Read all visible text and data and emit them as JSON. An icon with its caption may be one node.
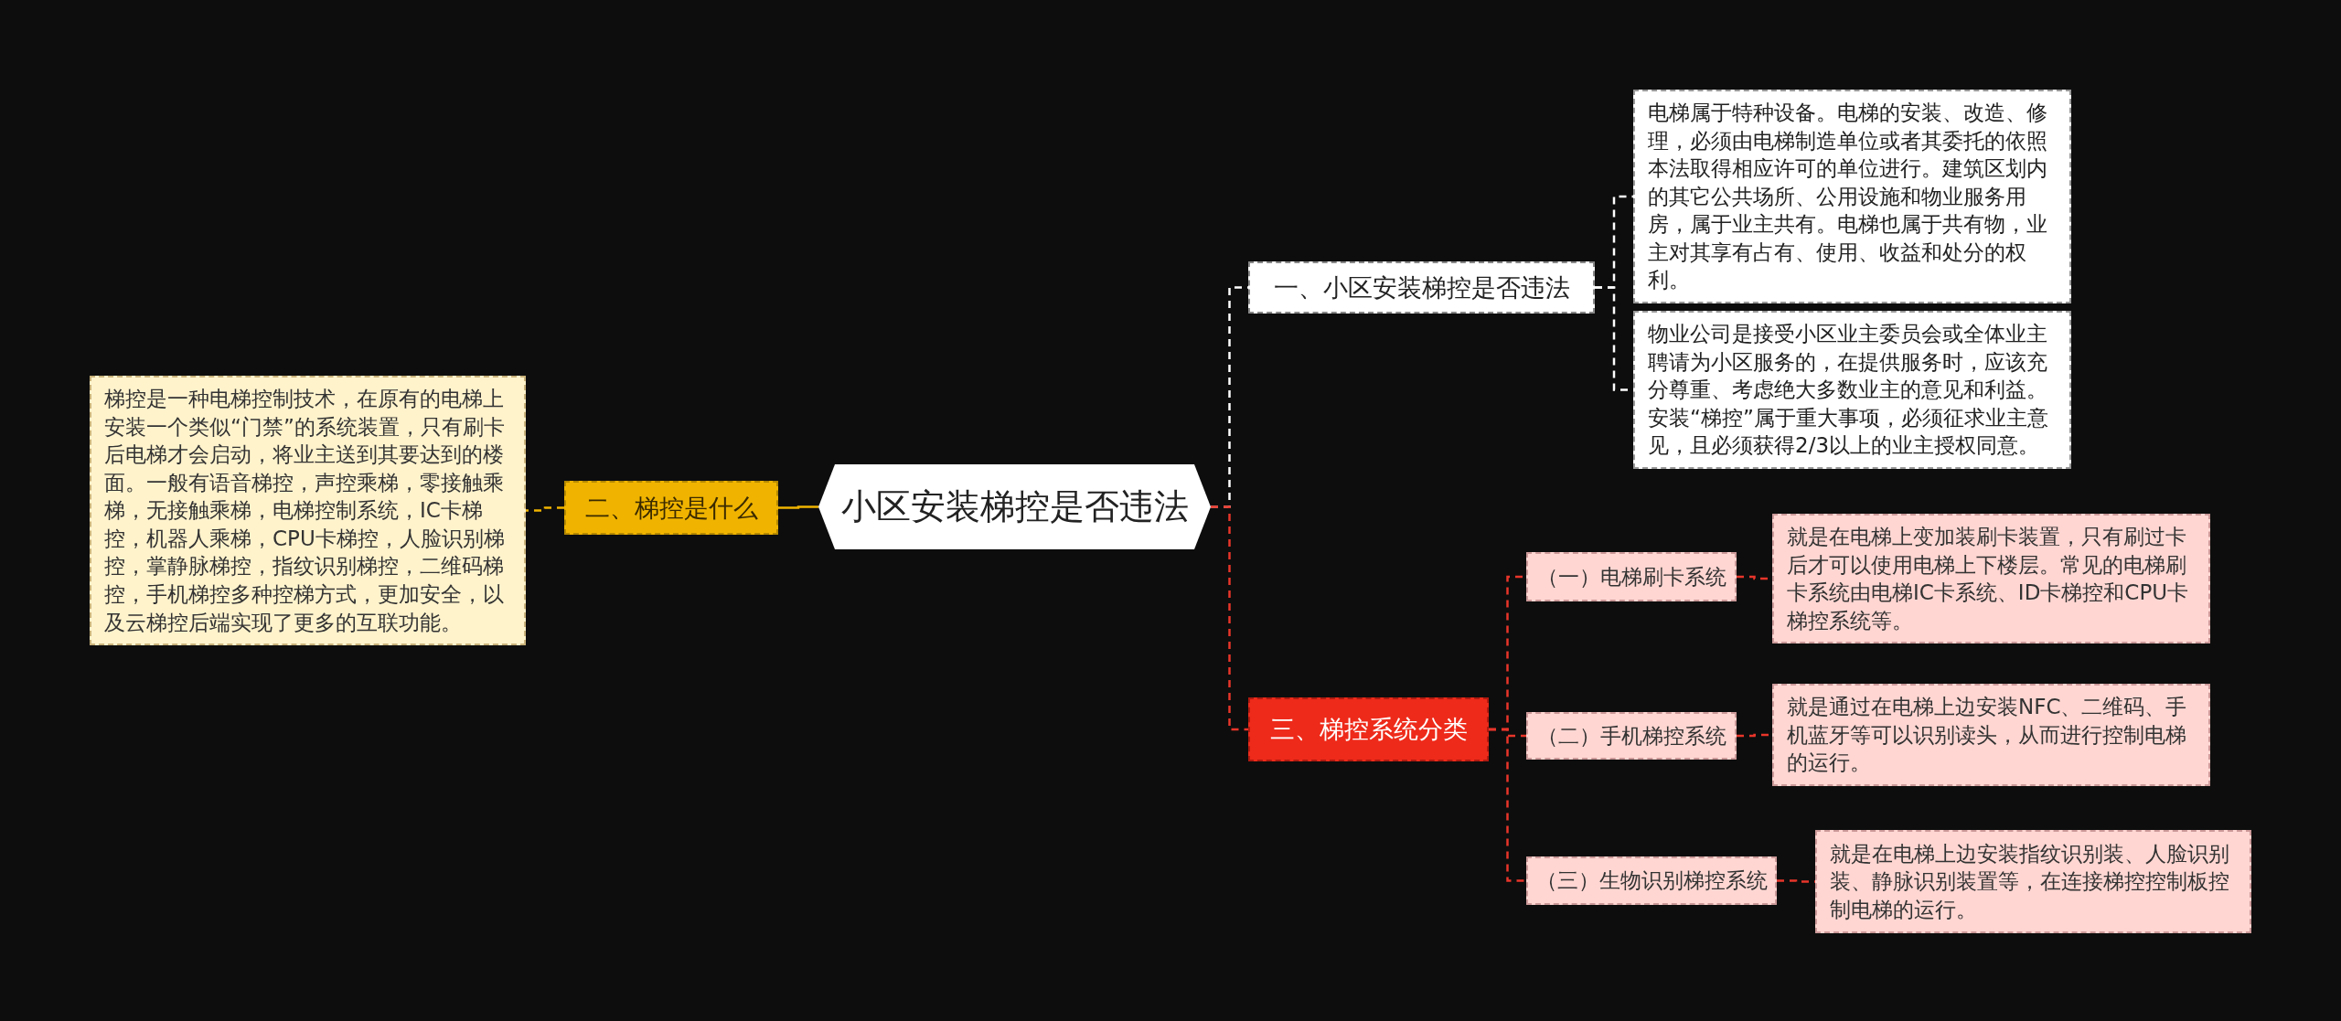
{
  "diagram": {
    "nodes": [
      {
        "text": [
          "小区安装梯控是否违法"
        ]
      },
      {
        "text": [
          "一、小区安装梯控是否违法"
        ]
      },
      {
        "text": [
          "电梯属于特种设备。电梯的安装、改造、修理，必须由电梯制造单位或者其委托的依照本法取得相应许可的单位进行。建筑区划内的其它公共场所、公用设施和物业服务用房，属于业主共有。电梯也属于共有物，业主对其享有占有、使用、收益和处分的权利。"
        ]
      },
      {
        "text": [
          "物业公司是接受小区业主委员会或全体业主聘请为小区服务的，在提供服务时，应该充分尊重、考虑绝大多数业主的意见和利益。安装“梯控”属于重大事项，必须征求业主意见，且必须获得2/3以上的业主授权同意。"
        ]
      },
      {
        "text": [
          "二、梯控是什么"
        ]
      },
      {
        "text": [
          "梯控是一种电梯控制技术，在原有的电梯上安装一个类似“门禁”的系统装置，只有刷卡后电梯才会启动，将业主送到其要达到的楼面。一般有语音梯控，声控乘梯，零接触乘梯，无接触乘梯，电梯控制系统，IC卡梯控，机器人乘梯，CPU卡梯控，人脸识别梯控，掌静脉梯控，指纹识别梯控，二维码梯控，手机梯控多种控梯方式，更加安全，以及云梯控后端实现了更多的互联功能。"
        ]
      },
      {
        "text": [
          "三、梯控系统分类"
        ]
      },
      {
        "text": [
          "（一）电梯刷卡系统"
        ]
      },
      {
        "text": [
          "就是在电梯上变加装刷卡装置，只有刷过卡后才可以使用电梯上下楼层。常见的电梯刷卡系统由电梯IC卡系统、ID卡梯控和CPU卡梯控系统等。"
        ]
      },
      {
        "text": [
          "（二）手机梯控系统"
        ]
      },
      {
        "text": [
          "就是通过在电梯上边安装NFC、二维码、手机蓝牙等可以识别读头，从而进行控制电梯的运行。"
        ]
      },
      {
        "text": [
          "（三）生物识别梯控系统"
        ]
      },
      {
        "text": [
          "就是在电梯上边安装指纹识别装、人脸识别装、静脉识别装置等，在连接梯控控制板控制电梯的运行。"
        ]
      }
    ],
    "edges": [
      {
        "from": 0,
        "to": 1,
        "arrow": "none",
        "style": "dashed",
        "color": "#ffffff"
      },
      {
        "from": 1,
        "to": 2,
        "arrow": "none",
        "style": "dashed",
        "color": "#ffffff"
      },
      {
        "from": 1,
        "to": 3,
        "arrow": "none",
        "style": "dashed",
        "color": "#ffffff"
      },
      {
        "from": 0,
        "to": 4,
        "arrow": "none",
        "color": "#f0b400"
      },
      {
        "from": 4,
        "to": 5,
        "arrow": "none",
        "style": "dashed",
        "color": "#f0b400"
      },
      {
        "from": 0,
        "to": 6,
        "arrow": "none",
        "style": "dashed"
      },
      {
        "from": 6,
        "to": 7,
        "arrow": "none",
        "style": "dashed"
      },
      {
        "from": 7,
        "to": 8,
        "arrow": "none",
        "style": "dashed"
      },
      {
        "from": 6,
        "to": 9,
        "arrow": "none",
        "style": "dashed"
      },
      {
        "from": 9,
        "to": 10,
        "arrow": "none",
        "style": "dashed"
      },
      {
        "from": 6,
        "to": 11,
        "arrow": "none",
        "style": "dashed"
      },
      {
        "from": 11,
        "to": 12,
        "arrow": "none",
        "style": "dashed"
      }
    ]
  }
}
